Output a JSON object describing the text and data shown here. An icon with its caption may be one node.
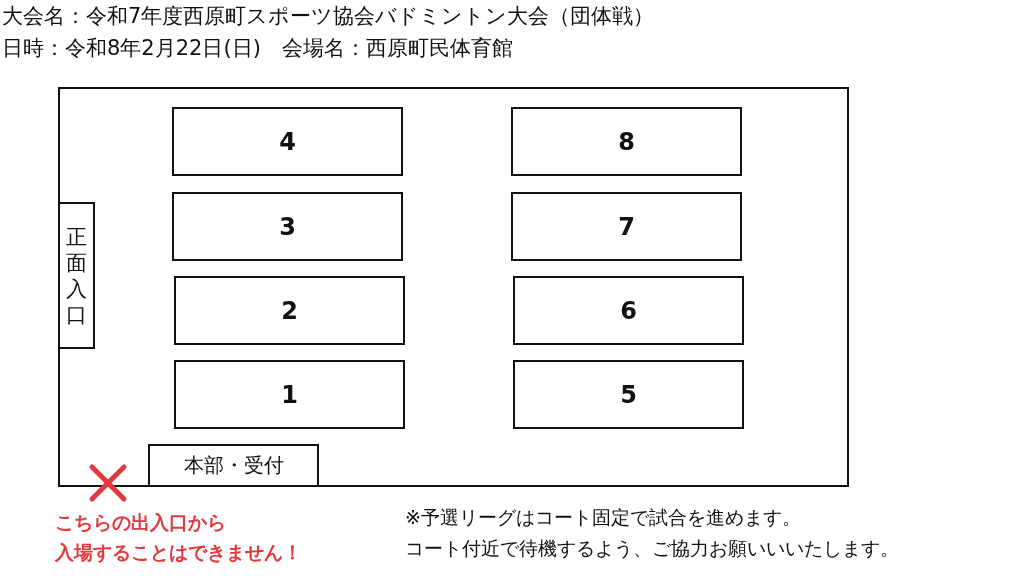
{
  "diagram": {
    "title": "大会名：令和7年度西原町スポーツ協会バドミントン大会（団体戦）",
    "nodes": [
      {
        "text": [],
        "shape": "box"
      },
      {
        "text": [
          "4"
        ],
        "in": 0
      },
      {
        "text": [
          "8"
        ],
        "in": 0
      },
      {
        "text": [
          "正面入口"
        ],
        "in": 0
      },
      {
        "text": [
          "3"
        ],
        "in": 0
      },
      {
        "text": [
          "7"
        ],
        "in": 0
      },
      {
        "text": [
          "2"
        ],
        "in": 0
      },
      {
        "text": [
          "6"
        ],
        "in": 0
      },
      {
        "text": [
          "1"
        ],
        "in": 0
      },
      {
        "text": [
          "5"
        ],
        "in": 0
      },
      {
        "text": [
          "本部・受付"
        ],
        "in": 0
      }
    ],
    "edges": [],
    "labels": [
      "日時：令和8年2月22日(日)　会場名：西原町民体育館",
      "こちらの出入口から",
      "入場することはできません！",
      "※予選リーグはコート固定で試合を進めます。",
      "コート付近で待機するよう、ご協力お願いいいたします。"
    ]
  }
}
